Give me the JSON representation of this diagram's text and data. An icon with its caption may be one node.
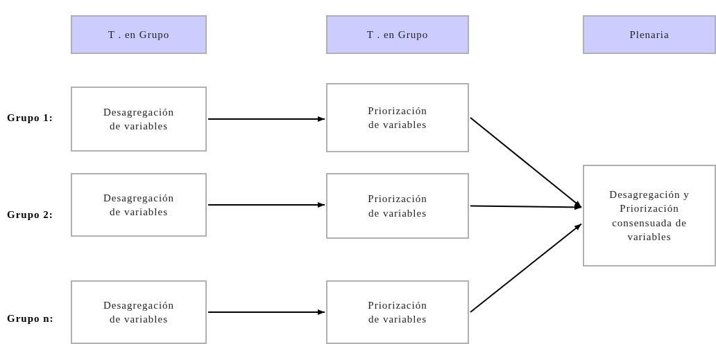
{
  "diagram": {
    "nodes": [
      {
        "text": [
          "T . en Grupo"
        ]
      },
      {
        "text": [
          "T . en Grupo"
        ]
      },
      {
        "text": [
          "Plenaria"
        ]
      },
      {
        "text": [
          "Desagregación de variables"
        ]
      },
      {
        "text": [
          "Priorización de variables"
        ]
      },
      {
        "text": [
          "Desagregación de variables"
        ]
      },
      {
        "text": [
          "Priorización de variables"
        ]
      },
      {
        "text": [
          "Desagregación y Priorización consensuada de variables"
        ]
      },
      {
        "text": [
          "Desagregación de variables"
        ]
      },
      {
        "text": [
          "Priorización de variables"
        ]
      }
    ],
    "edges": [
      {
        "from": 3,
        "to": 4,
        "arrow": "to"
      },
      {
        "from": 4,
        "to": 7,
        "arrow": "to"
      },
      {
        "from": 5,
        "to": 6,
        "arrow": "to"
      },
      {
        "from": 6,
        "to": 7,
        "arrow": "to"
      },
      {
        "from": 8,
        "to": 9,
        "arrow": "to"
      },
      {
        "from": 9,
        "to": 7,
        "arrow": "to"
      }
    ],
    "labels": [
      "Grupo 1:",
      "Grupo 2:",
      "Grupo n:"
    ]
  }
}
